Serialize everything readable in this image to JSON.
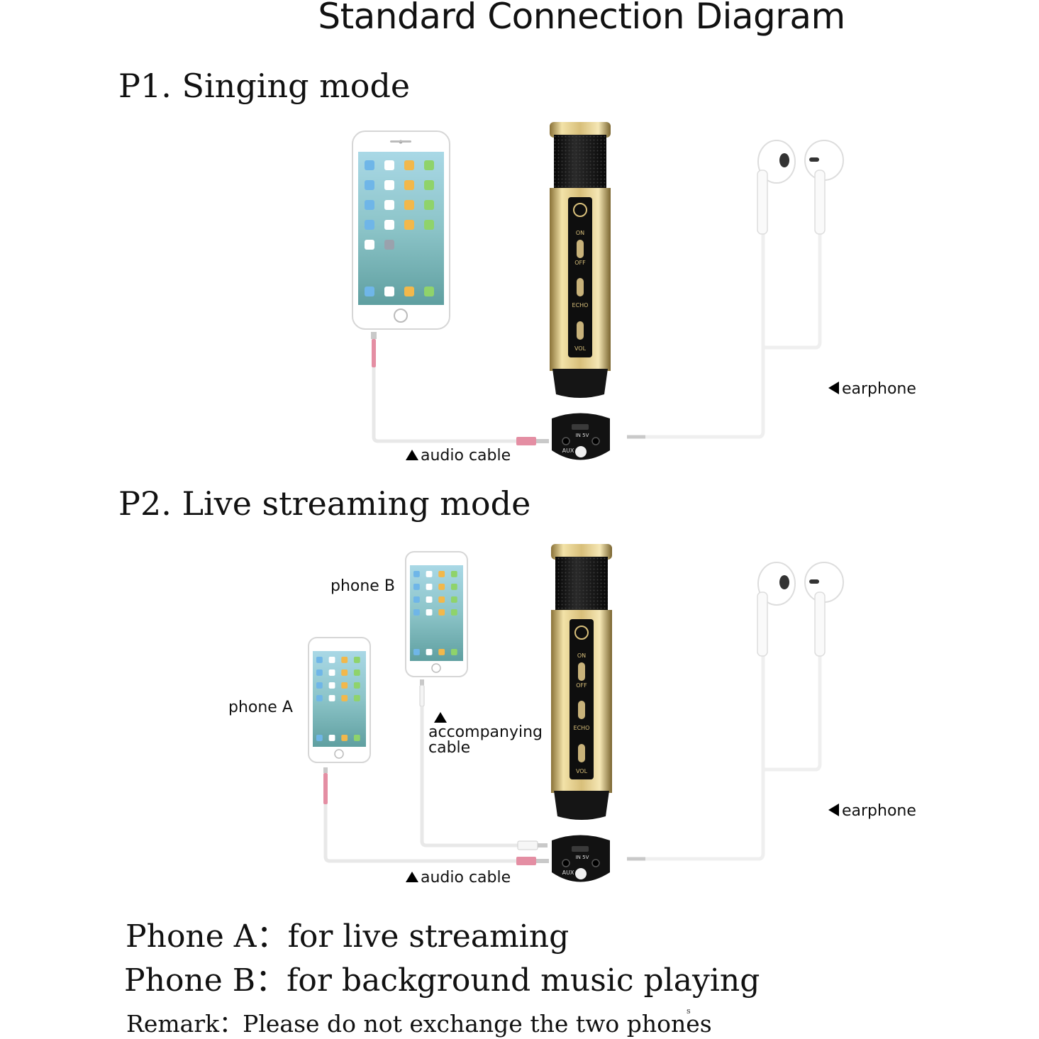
{
  "title": "Standard Connection Diagram",
  "p1": {
    "heading": "P1. Singing mode",
    "earphone_label": "earphone",
    "audio_cable_label": "audio cable"
  },
  "p2": {
    "heading": "P2. Live streaming mode",
    "phone_a_label": "phone A",
    "phone_b_label": "phone B",
    "accompanying_cable_label_1": "accompanying",
    "accompanying_cable_label_2": "cable",
    "earphone_label": "earphone",
    "audio_cable_label": "audio cable"
  },
  "mic": {
    "switch_on": "ON",
    "switch_off": "OFF",
    "knob_echo": "ECHO",
    "knob_vol": "VOL",
    "port_in": "IN 5V",
    "port_aux": "AUX"
  },
  "notes": {
    "phone_a": "Phone A：for live streaming",
    "phone_b": "Phone B：for background music playing",
    "remark": "Remark：Please do not exchange the two phones",
    "mark": "s"
  },
  "colors": {
    "gold": "#d8bf7a",
    "mic_black": "#141414",
    "cable_white": "#eeeeee",
    "plug_pink": "#e48ea3"
  }
}
